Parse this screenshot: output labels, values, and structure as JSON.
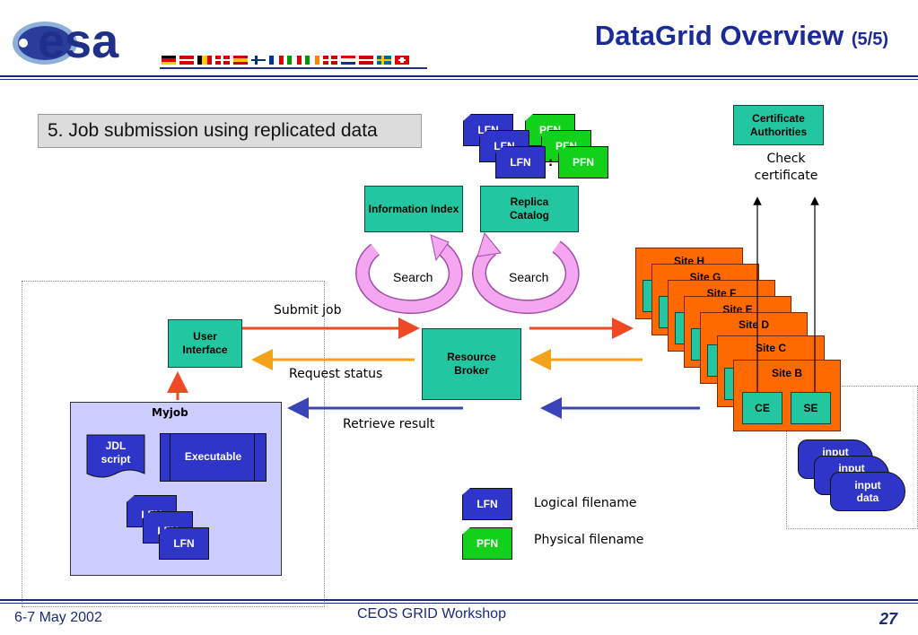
{
  "header": {
    "logo_text": "esa",
    "title": "DataGrid Overview",
    "title_suffix": "(5/5)"
  },
  "subtitle": "5. Job submission using replicated data",
  "replica_tags": {
    "lfn": "LFN",
    "pfn": "PFN",
    "ellipsis": ":"
  },
  "components": {
    "information_index": "Information Index",
    "replica_catalog": "Replica Catalog",
    "certificate_authorities": "Certificate Authorities",
    "check_certificate": "Check certificate",
    "search_left": "Search",
    "search_right": "Search",
    "user_interface": "User Interface",
    "resource_broker": "Resource Broker"
  },
  "flows": {
    "submit_job": "Submit job",
    "request_status": "Request status",
    "retrieve_result": "Retrieve result"
  },
  "sites": [
    {
      "label": "Site H"
    },
    {
      "label": "Site G"
    },
    {
      "label": "Site F"
    },
    {
      "label": "Site E"
    },
    {
      "label": "Site D"
    },
    {
      "label": "Site C"
    },
    {
      "label": "Site B"
    }
  ],
  "site_b": {
    "ce": "CE",
    "se": "SE"
  },
  "input_data": [
    "input",
    "input",
    "input data"
  ],
  "myjob": {
    "title": "Myjob",
    "jdl": "JDL script",
    "executable": "Executable",
    "lfn": "LFN"
  },
  "legend": [
    {
      "tag": "LFN",
      "text": "Logical filename"
    },
    {
      "tag": "PFN",
      "text": "Physical filename"
    }
  ],
  "footer": {
    "date": "6-7 May 2002",
    "event": "CEOS GRID Workshop",
    "page": "27"
  },
  "colors": {
    "teal": "#22c7a1",
    "orange": "#ff6a00",
    "lfn_blue": "#2f35c9",
    "pfn_green": "#11d11a",
    "title_blue": "#1a2a9a",
    "arrow_red": "#ef4a23",
    "arrow_orange": "#f5a21b",
    "arrow_blue": "#3a44b8",
    "search_pink": "#f5a6f0"
  }
}
